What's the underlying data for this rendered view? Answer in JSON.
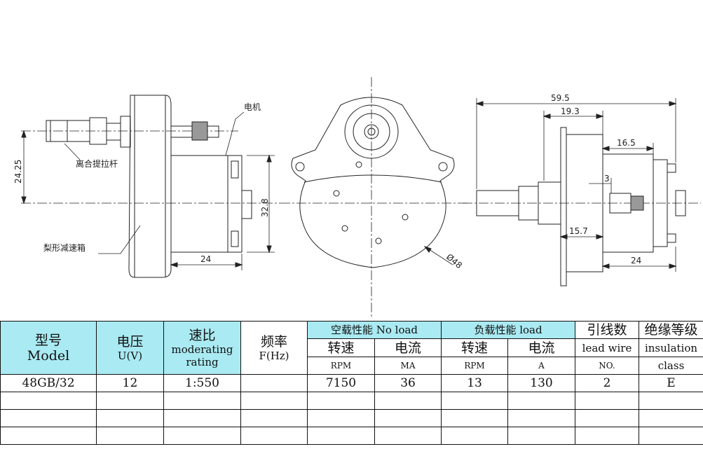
{
  "drawing": {
    "callouts": {
      "motor": "电机",
      "clutch_lever": "离合提拉杆",
      "gearbox": "梨形减速箱"
    },
    "dims": {
      "d_24_25": "24.25",
      "d_32_8": "32.8",
      "d_24_left": "24",
      "d_dia48": "Ø48",
      "d_59_5": "59.5",
      "d_19_3": "19.3",
      "d_16_5": "16.5",
      "d_3": "3",
      "d_15_7": "15.7",
      "d_24_right": "24"
    }
  },
  "table": {
    "headers": {
      "model_cn": "型号",
      "model_en": "Model",
      "voltage_cn": "电压",
      "voltage_en": "U(V)",
      "ratio_cn": "速比",
      "ratio_en1": "moderating",
      "ratio_en2": "rating",
      "freq_cn": "频率",
      "freq_en": "F(Hz)",
      "noload": "空载性能 No load",
      "load": "负载性能 load",
      "lead_cn": "引线数",
      "lead_en": "lead wire",
      "ins_cn": "绝缘等级",
      "ins_en": "insulation",
      "speed_cn_1": "转速",
      "current_cn_1": "电流",
      "speed_cn_2": "转速",
      "current_cn_2": "电流",
      "rpm_1": "RPM",
      "ma": "MA",
      "rpm_2": "RPM",
      "amp": "A",
      "no": "NO.",
      "class": "class"
    },
    "row": {
      "model": "48GB/32",
      "voltage": "12",
      "ratio": "1:550",
      "freq": "",
      "noload_rpm": "7150",
      "noload_ma": "36",
      "load_rpm": "13",
      "load_a": "130",
      "leads": "2",
      "insulation": "E"
    }
  }
}
